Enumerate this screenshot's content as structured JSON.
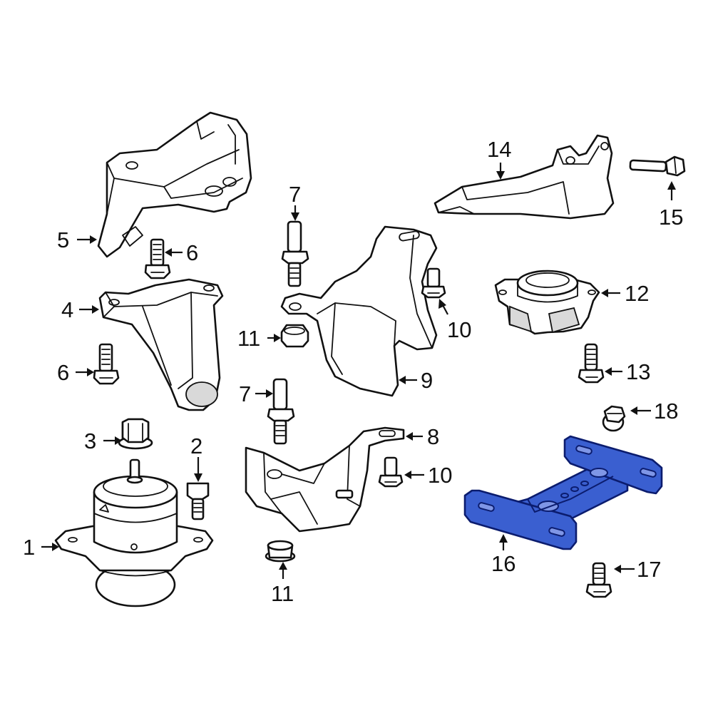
{
  "callouts": [
    {
      "number": "1",
      "part": "engine-mount"
    },
    {
      "number": "2",
      "part": "mount-bolt"
    },
    {
      "number": "3",
      "part": "mount-nut"
    },
    {
      "number": "4",
      "part": "mount-bracket-left"
    },
    {
      "number": "5",
      "part": "mount-bracket-upper"
    },
    {
      "number": "6",
      "part": "bracket-bolt-upper"
    },
    {
      "number": "6",
      "part": "bracket-bolt-lower"
    },
    {
      "number": "7",
      "part": "stud-upper"
    },
    {
      "number": "7",
      "part": "stud-lower"
    },
    {
      "number": "8",
      "part": "heat-shield-lower"
    },
    {
      "number": "9",
      "part": "heat-shield-upper"
    },
    {
      "number": "10",
      "part": "shield-bolt-upper"
    },
    {
      "number": "10",
      "part": "shield-bolt-lower"
    },
    {
      "number": "11",
      "part": "nut-upper"
    },
    {
      "number": "11",
      "part": "nut-lower"
    },
    {
      "number": "12",
      "part": "transmission-mount"
    },
    {
      "number": "13",
      "part": "transmission-mount-bolt"
    },
    {
      "number": "14",
      "part": "transmission-bracket"
    },
    {
      "number": "15",
      "part": "transmission-bracket-bolt"
    },
    {
      "number": "16",
      "part": "crossmember"
    },
    {
      "number": "17",
      "part": "crossmember-bolt"
    },
    {
      "number": "18",
      "part": "crossmember-nut"
    }
  ],
  "highlight_color": "#3a5fd0",
  "highlighted_part": "16"
}
